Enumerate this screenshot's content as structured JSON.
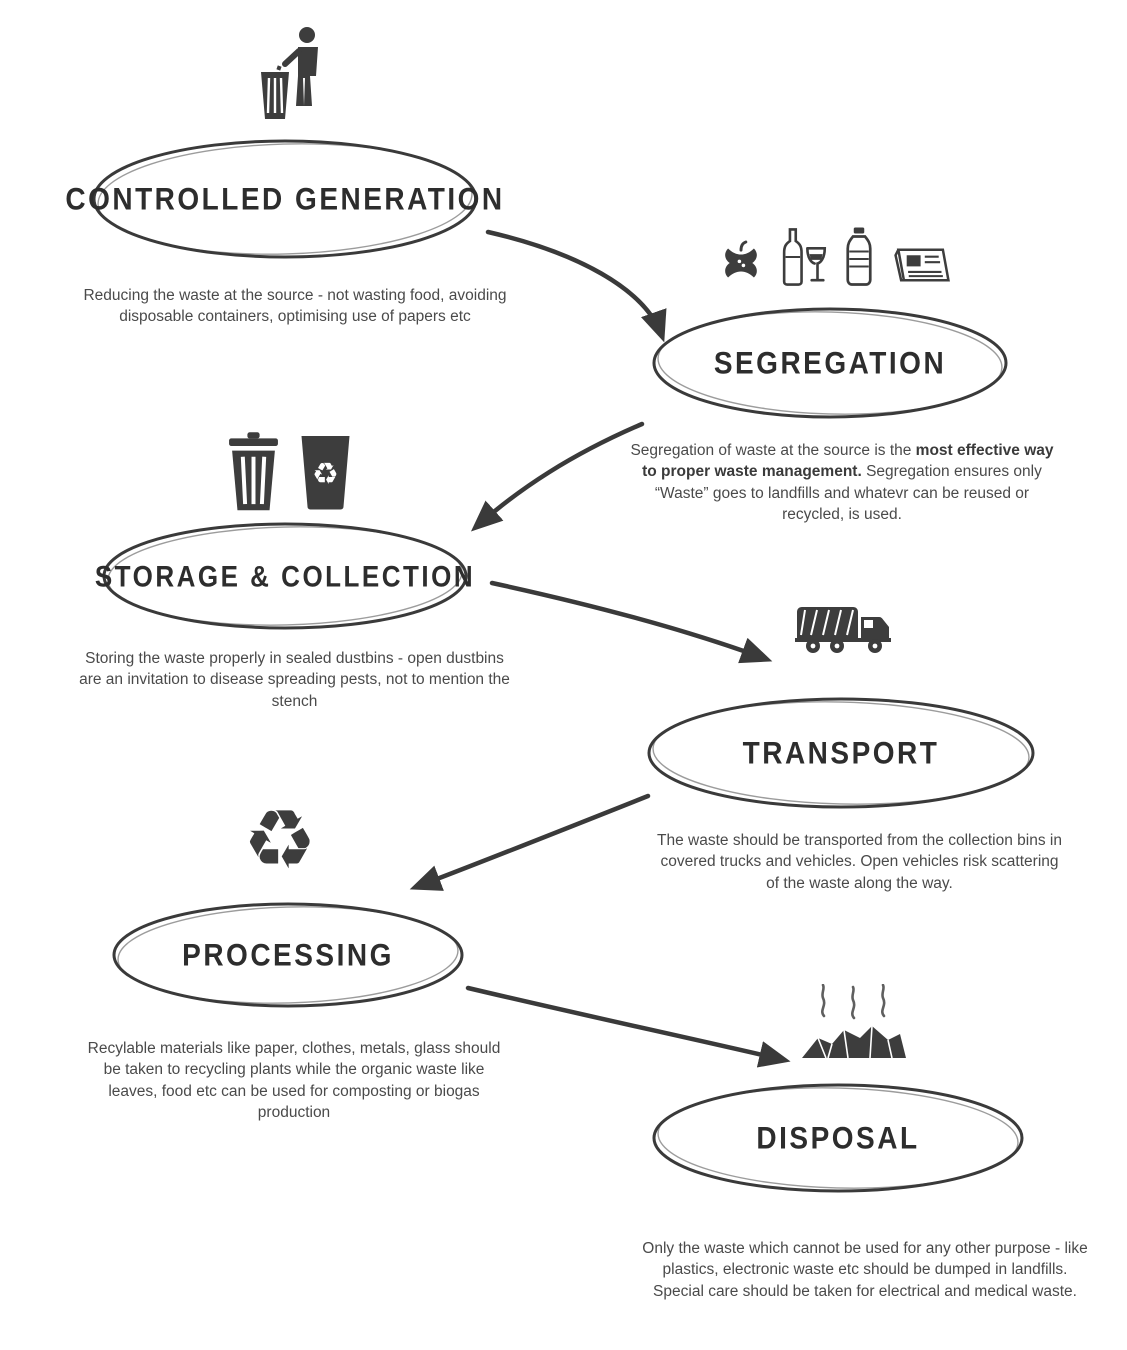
{
  "colors": {
    "ink": "#3a3a3a",
    "text": "#4a4a4a",
    "smoke": "#5f5f5f"
  },
  "icons": {
    "recycle_glyph": "♻",
    "person_littering": "person-littering-icon",
    "segregation_set": [
      "apple-core-icon",
      "wine-bottle-and-glass-icon",
      "water-bottle-icon",
      "newspaper-icon"
    ],
    "storage_set": [
      "dustbin-icon",
      "recycle-bin-icon"
    ],
    "transport": "garbage-truck-icon",
    "processing": "recycle-symbol-icon",
    "disposal": "landfill-icon"
  },
  "steps": [
    {
      "title": "CONTROLLED GENERATION",
      "description": "Reducing the waste at the source - not wasting food, avoiding disposable containers, optimising use of papers etc"
    },
    {
      "title": "SEGREGATION",
      "desc_pre": "Segregation of waste at the source is the ",
      "desc_bold": "most effective way to proper waste management.",
      "desc_post": " Segregation ensures only “Waste” goes to landfills and whatevr can be reused or recycled, is used."
    },
    {
      "title": "STORAGE & COLLECTION",
      "description": "Storing the waste properly in sealed dustbins - open dustbins are an invitation to disease spreading pests, not to mention the stench"
    },
    {
      "title": "TRANSPORT",
      "description": "The waste should be transported from the collection bins in covered trucks and vehicles. Open vehicles risk scattering of the waste along the way."
    },
    {
      "title": "PROCESSING",
      "description": "Recylable materials like paper, clothes, metals, glass should be taken to recycling plants while the organic waste like leaves, food etc can be used for composting or biogas production"
    },
    {
      "title": "DISPOSAL",
      "description": "Only the waste which cannot be used for any other purpose - like plastics, electronic waste etc should be dumped in landfills. Special care should be taken for electrical and medical waste."
    }
  ]
}
